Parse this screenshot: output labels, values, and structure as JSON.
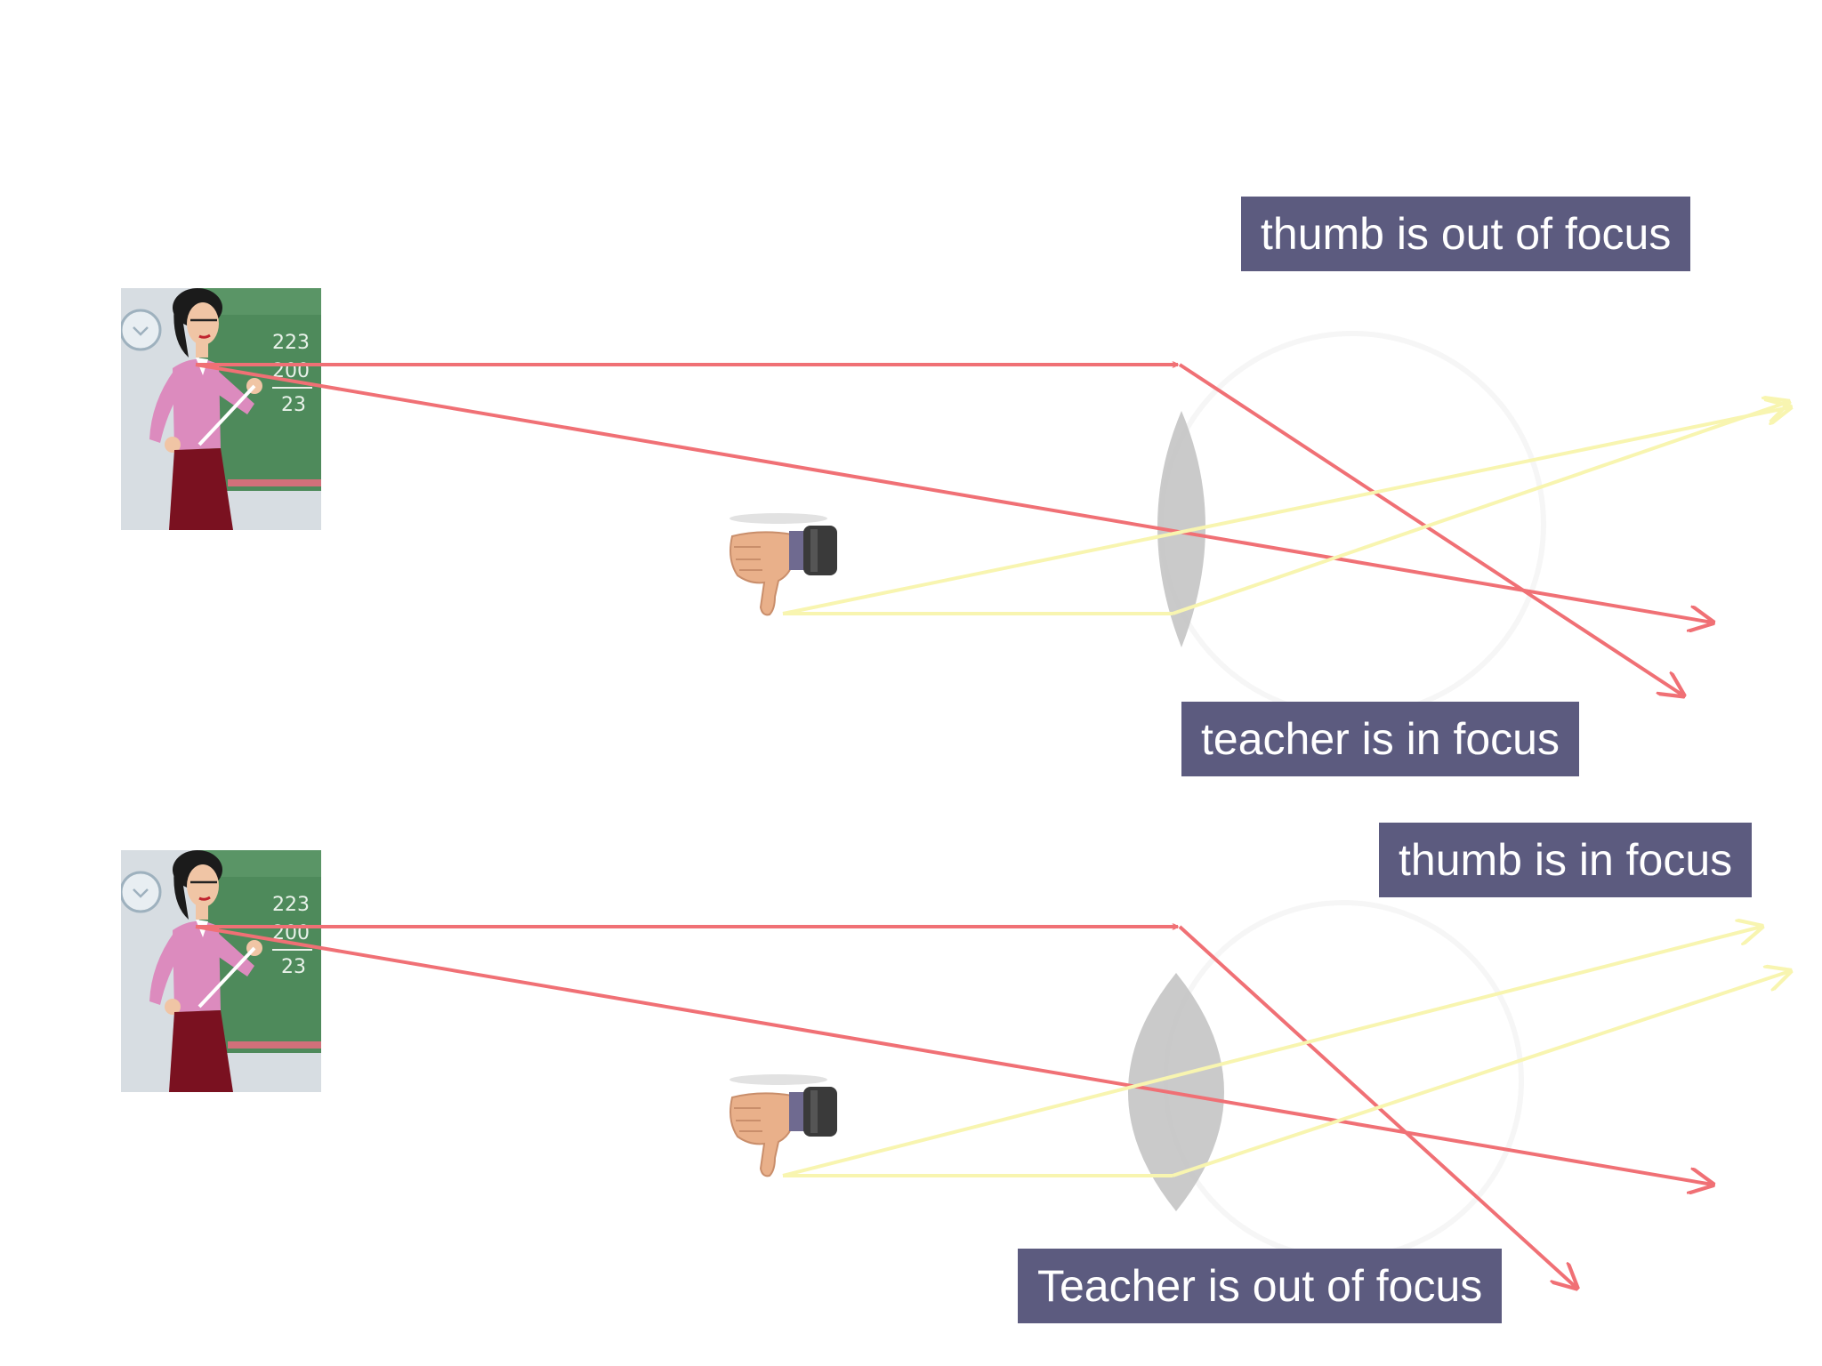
{
  "labels": {
    "top_thumb": "thumb is out of focus",
    "top_teacher": "teacher is in focus",
    "bottom_thumb": "thumb is in focus",
    "bottom_teacher": "Teacher is out of focus"
  },
  "chalkboard": {
    "line1": "223",
    "line2": "200",
    "line3": "23"
  },
  "colors": {
    "teacher_rays": "#f07075",
    "thumb_rays": "#f8f5b0",
    "label_bg": "#5c5b7f",
    "lens": "#c4c4c4"
  },
  "icons": [
    "teacher-icon",
    "thumb-down-icon",
    "lens-icon"
  ]
}
